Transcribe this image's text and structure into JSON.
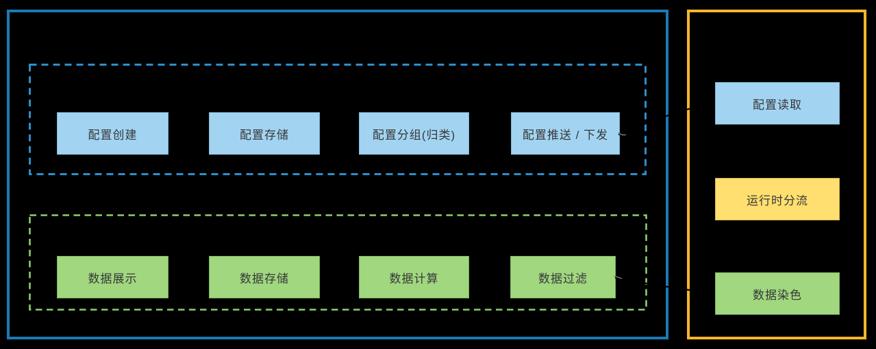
{
  "background": "#000000",
  "left_panel": {
    "border_color": "#1B79B7",
    "config_section": {
      "frame_border_color": "#2D8FCC",
      "frame_style": "dashed",
      "box_fill": "#A2D4F2",
      "boxes": [
        "配置创建",
        "配置存储",
        "配置分组(归类)",
        "配置推送 / 下发"
      ]
    },
    "data_section": {
      "frame_border_color": "#8FCE6F",
      "frame_style": "dashed",
      "box_fill": "#A0D77F",
      "boxes": [
        "数据展示",
        "数据存储",
        "数据计算",
        "数据过滤"
      ]
    }
  },
  "right_panel": {
    "border_color": "#F8B62D",
    "boxes": [
      {
        "label": "配置读取",
        "fill": "#A2D4F2"
      },
      {
        "label": "运行时分流",
        "fill": "#FFDF70"
      },
      {
        "label": "数据染色",
        "fill": "#A0D77F"
      }
    ]
  },
  "connectors": [
    {
      "from": "配置推送 / 下发",
      "to": "配置读取",
      "color": "#000000",
      "style": "hand-drawn curve"
    },
    {
      "from": "数据过滤",
      "to": "数据染色",
      "color": "#000000",
      "style": "hand-drawn curve"
    }
  ],
  "text_color": "#383838"
}
